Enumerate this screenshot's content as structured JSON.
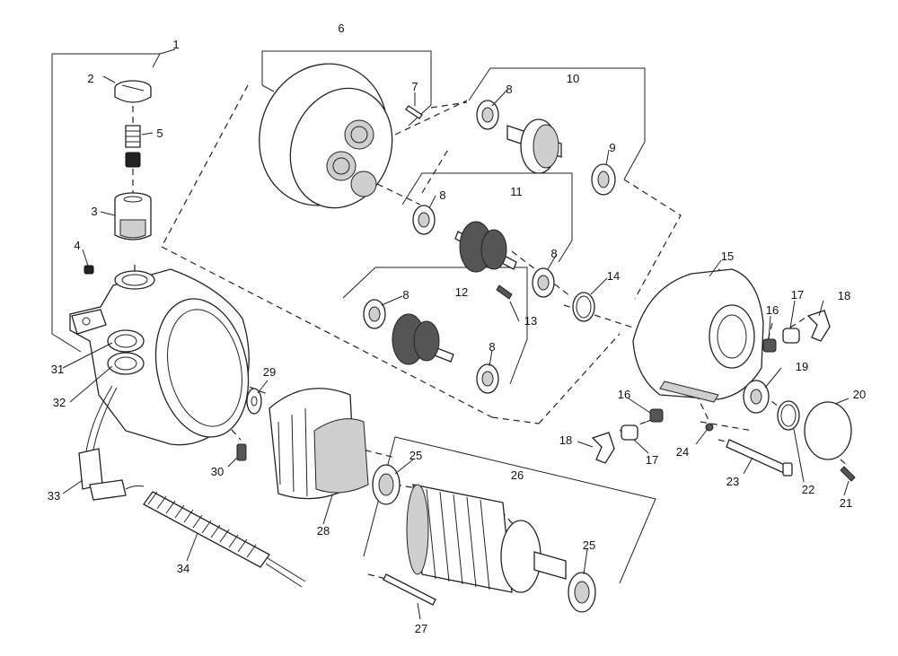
{
  "diagram": {
    "type": "exploded-parts-diagram",
    "callouts": [
      "1",
      "2",
      "3",
      "4",
      "5",
      "6",
      "7",
      "8",
      "8",
      "8",
      "8",
      "8",
      "9",
      "10",
      "11",
      "12",
      "13",
      "14",
      "15",
      "16",
      "16",
      "17",
      "17",
      "18",
      "18",
      "19",
      "20",
      "21",
      "22",
      "23",
      "24",
      "25",
      "25",
      "26",
      "27",
      "28",
      "29",
      "30",
      "31",
      "32",
      "33",
      "34"
    ]
  }
}
